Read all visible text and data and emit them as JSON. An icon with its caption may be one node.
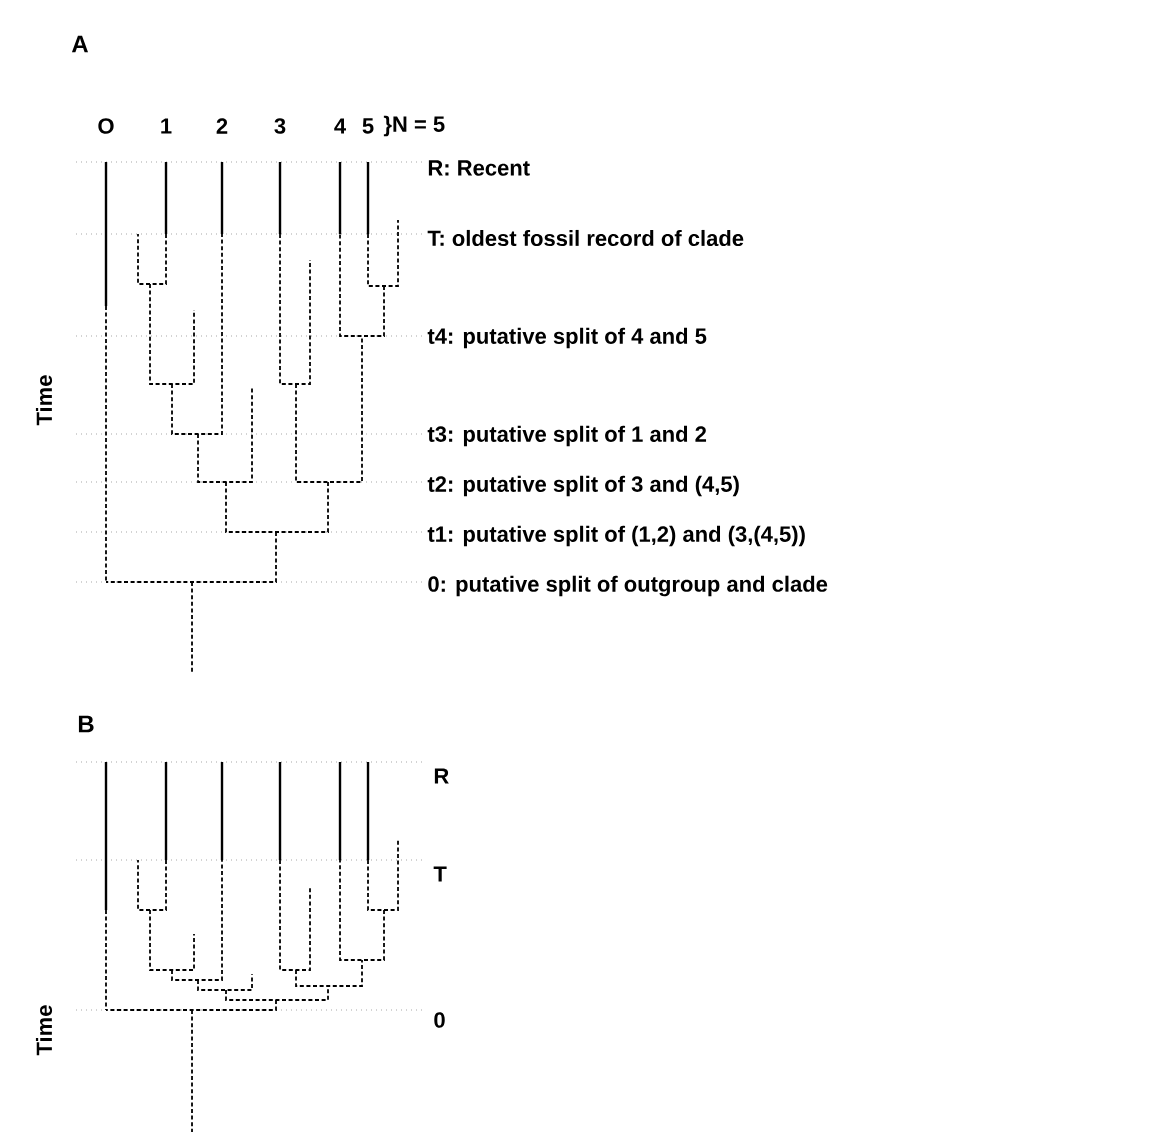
{
  "diagram": {
    "labels": [
      "A",
      "O",
      "1",
      "2",
      "3",
      "4",
      "5",
      "}N = 5",
      "R: Recent",
      "T: oldest fossil record of clade",
      "Time",
      "t4: putative split of 4 and 5",
      "t3: putative split of 1 and 2",
      "t2: putative split of 3 and (4,5)",
      "t1: putative split of (1,2) and (3,(4,5))",
      "0: putative split of outgroup and clade",
      "B",
      "R",
      "T",
      "Time",
      "0"
    ]
  }
}
